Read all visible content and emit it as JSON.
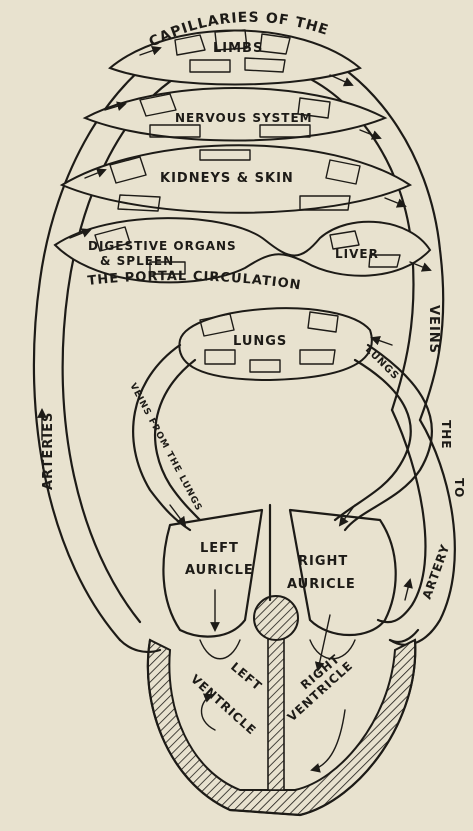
{
  "labels": {
    "capillaries": "CAPILLARIES OF THE",
    "limbs": "LIMBS",
    "nervous_system": "NERVOUS SYSTEM",
    "kidneys_skin": "KIDNEYS & SKIN",
    "digestive_organs": "DIGESTIVE ORGANS",
    "spleen": "& SPLEEN",
    "liver": "LIVER",
    "portal_circulation": "THE PORTAL CIRCULATION",
    "lungs": "LUNGS",
    "lungs_branch": "LUNGS",
    "veins_from_lungs": "VEINS FROM THE LUNGS",
    "arteries": "ARTERIES",
    "veins": "VEINS",
    "the": "THE",
    "to": "TO",
    "artery": "ARTERY",
    "left": "LEFT",
    "auricle_left": "AURICLE",
    "right": "RIGHT",
    "auricle_right": "AURICLE",
    "left_ventricle_1": "LEFT",
    "left_ventricle_2": "VENTRICLE",
    "right_ventricle_1": "RIGHT",
    "right_ventricle_2": "VENTRICLE"
  },
  "colors": {
    "paper": "#e8e2cf",
    "ink": "#1d1b17"
  }
}
